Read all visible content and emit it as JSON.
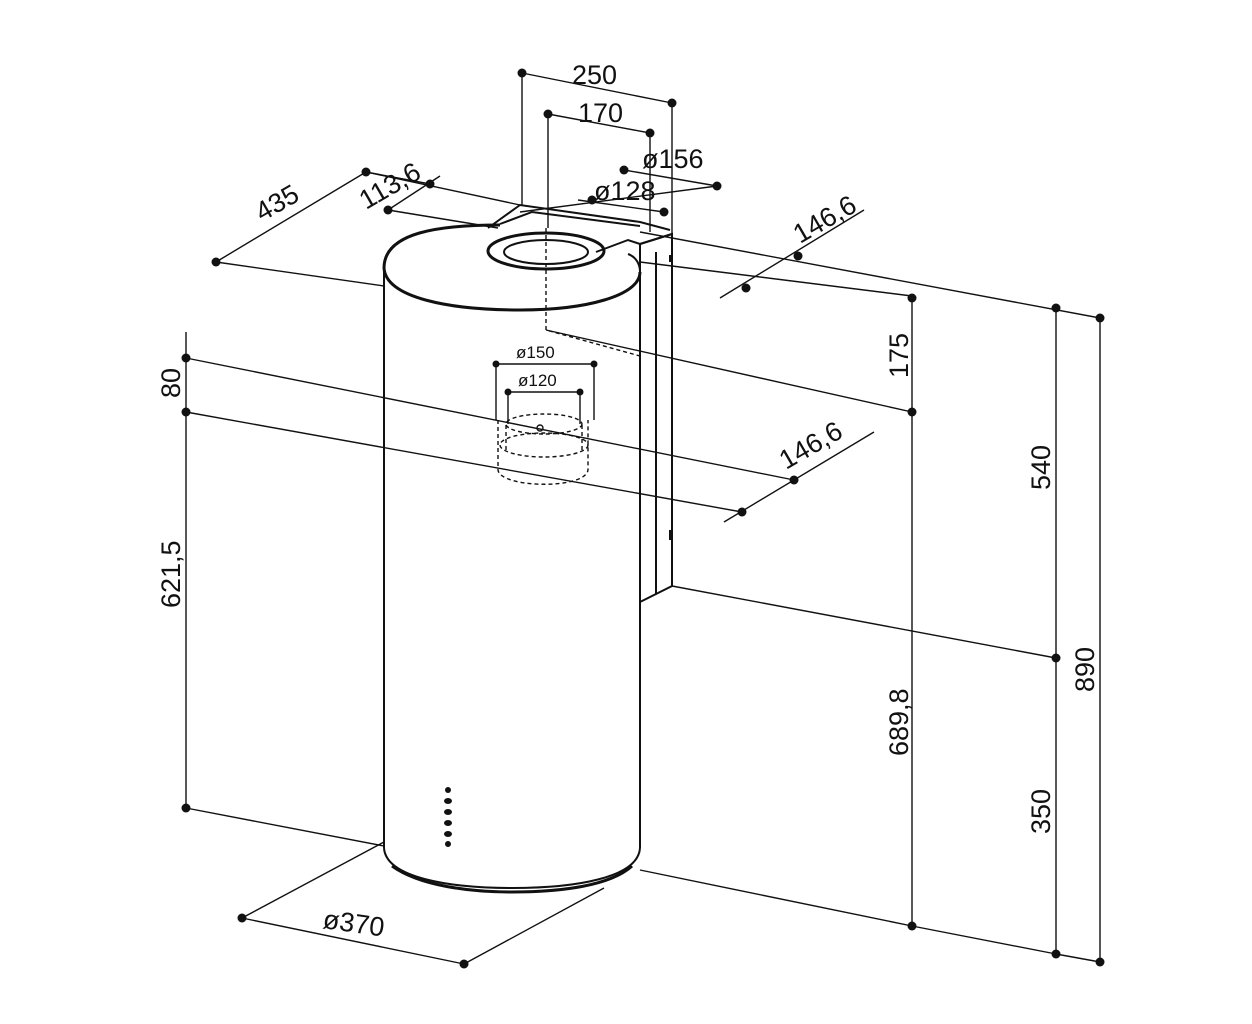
{
  "dimensions": {
    "top_width_outer": "250",
    "top_width_inner": "170",
    "duct_outer_top": "ø156",
    "duct_inner_top": "ø128",
    "depth_total": "435",
    "depth_offset": "113,6",
    "duct_offset_top": "146,6",
    "upper_height": "175",
    "rear_duct_outer": "ø150",
    "rear_duct_inner": "ø120",
    "duct_offset_rear": "146,6",
    "rear_spacing": "80",
    "lower_left_height": "621,5",
    "body_height": "689,8",
    "height_540": "540",
    "height_890": "890",
    "height_350": "350",
    "base_diameter": "ø370"
  }
}
